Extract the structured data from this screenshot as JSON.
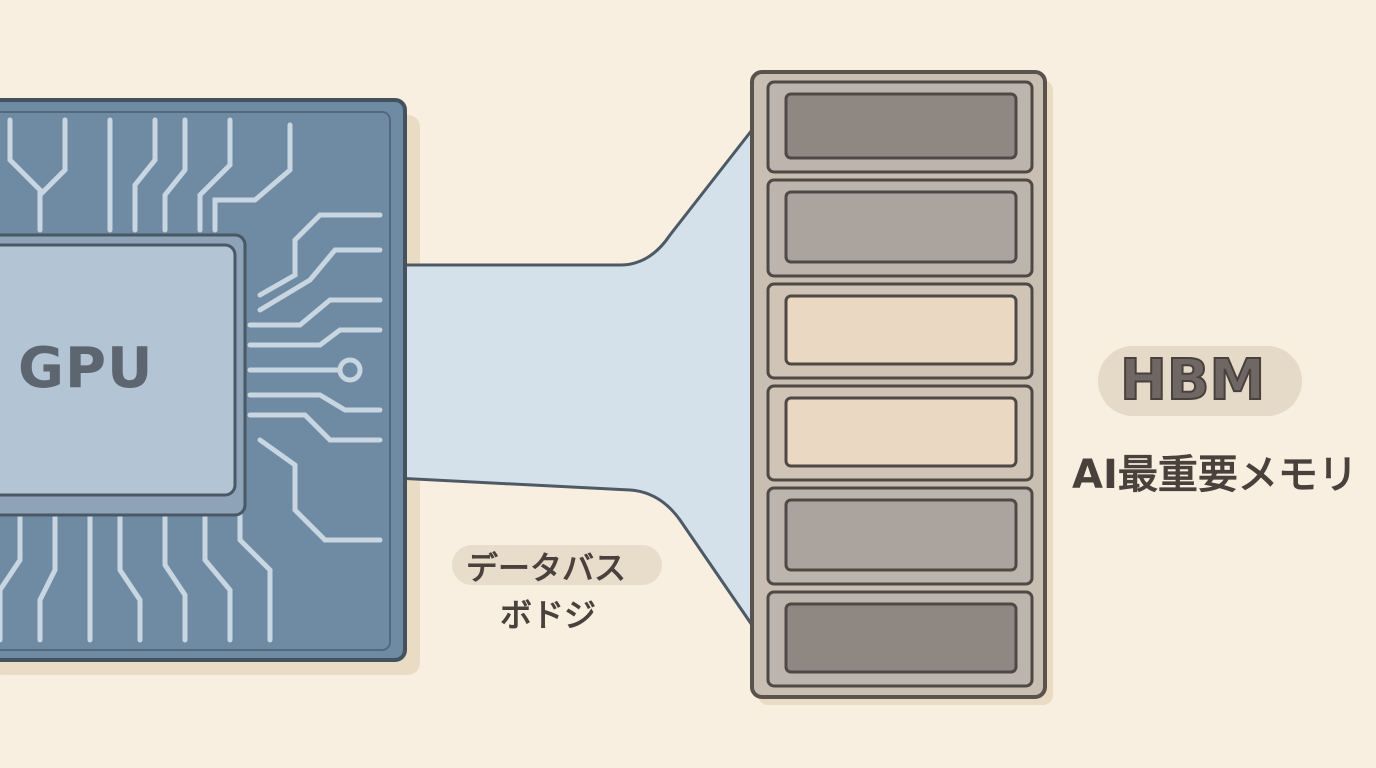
{
  "gpu": {
    "label": "GPU"
  },
  "bus": {
    "line1": "データバス",
    "line2": "ボドジ"
  },
  "hbm": {
    "title": "HBM",
    "subtitle": "AI最重要メモリ"
  },
  "colors": {
    "background": "#f8efe0",
    "substrate": "#6f8aa3",
    "die": "#b3c4d4",
    "bus": "#d4e1eb",
    "hbm_body": "#c8beb2",
    "slot_dark": "#8f8782",
    "slot_mid": "#aba49e",
    "slot_beige": "#ead8c2"
  }
}
